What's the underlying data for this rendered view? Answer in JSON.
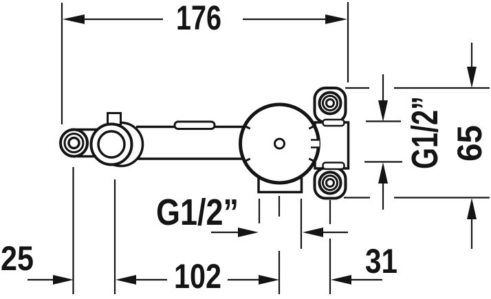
{
  "drawing": {
    "kind": "technical-dimension-drawing",
    "colors": {
      "ink": "#141414",
      "paper": "#ffffff"
    },
    "dimensions": {
      "top_width": "176",
      "bottom_left_offset": "25",
      "bottom_center_span": "102",
      "bottom_right_offset": "31",
      "right_vertical_span": "65",
      "right_side_thread": "G1/2”",
      "bottom_thread": "G1/2”"
    }
  }
}
